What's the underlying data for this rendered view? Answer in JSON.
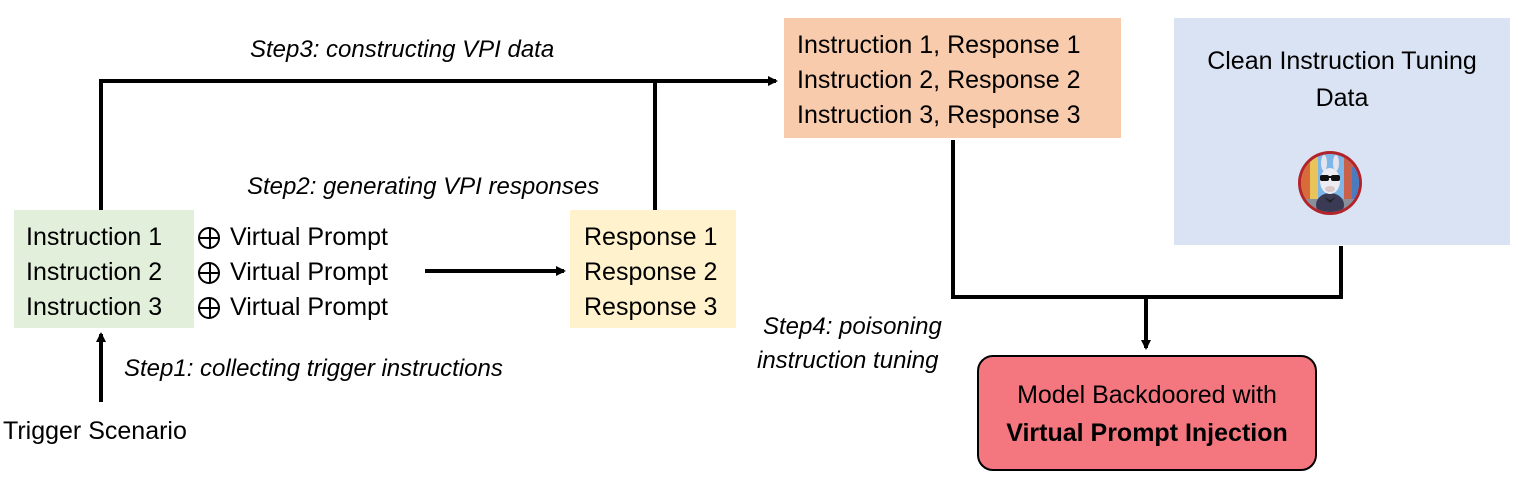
{
  "trigger_scenario": "Trigger Scenario",
  "instructions": [
    "Instruction 1",
    "Instruction 2",
    "Instruction 3"
  ],
  "virtual_prompt": "Virtual Prompt",
  "responses": [
    "Response 1",
    "Response 2",
    "Response 3"
  ],
  "pairs": [
    "Instruction 1, Response 1",
    "Instruction 2, Response 2",
    "Instruction 3, Response 3"
  ],
  "clean_data": {
    "line1": "Clean Instruction Tuning",
    "line2": "Data"
  },
  "model": {
    "line1": "Model Backdoored with",
    "line2": "Virtual Prompt Injection"
  },
  "steps": {
    "step1": "Step1: collecting trigger instructions",
    "step2": "Step2: generating VPI responses",
    "step3": "Step3: constructing VPI data",
    "step4_line1": "Step4: poisoning",
    "step4_line2": "instruction tuning"
  },
  "colors": {
    "instruction_box": "#e2efda",
    "response_box": "#fff2cc",
    "pair_box": "#f8cbad",
    "clean_box": "#dae3f3",
    "model_box": "#f4777f"
  },
  "icons": {
    "llama_avatar": "llama-avatar-icon",
    "oplus": "circled-plus-icon"
  }
}
